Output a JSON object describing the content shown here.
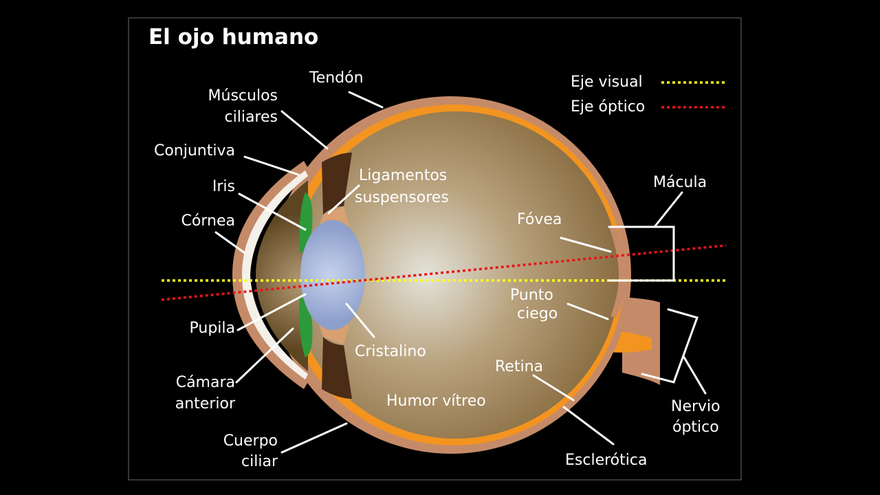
{
  "title": "El ojo humano",
  "legend": {
    "visual_axis": {
      "label": "Eje visual",
      "color": "#ffff1a"
    },
    "optical_axis": {
      "label": "Eje óptico",
      "color": "#e8141a"
    }
  },
  "labels": {
    "tendon": "Tendón",
    "ciliary_muscles": [
      "Músculos",
      "ciliares"
    ],
    "conjunctiva": "Conjuntiva",
    "iris": "Iris",
    "cornea": "Córnea",
    "suspensory_ligaments": [
      "Ligamentos",
      "suspensores"
    ],
    "macula": "Mácula",
    "fovea": "Fóvea",
    "blind_spot": [
      "Punto",
      "ciego"
    ],
    "pupil": "Pupila",
    "lens": "Cristalino",
    "anterior_chamber": [
      "Cámara",
      "anterior"
    ],
    "retina": "Retina",
    "vitreous_humor": "Humor vítreo",
    "optic_nerve": [
      "Nervio",
      "óptico"
    ],
    "ciliary_body": [
      "Cuerpo",
      "ciliar"
    ],
    "sclera": "Esclerótica"
  },
  "colors": {
    "background": "#000000",
    "sclera": "#c58b68",
    "retina": "#f39420",
    "iris": "#2d9a3a",
    "cornea": "#f4f0ea",
    "lens": "#a9b8dc"
  }
}
